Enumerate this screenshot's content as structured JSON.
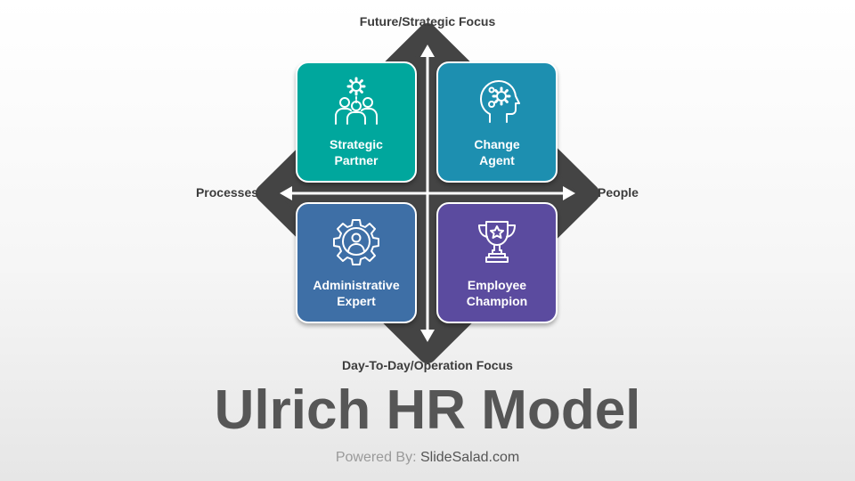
{
  "axes": {
    "top": "Future/Strategic Focus",
    "bottom": "Day-To-Day/Operation Focus",
    "left": "Processes",
    "right": "People"
  },
  "quadrants": [
    {
      "line1": "Strategic",
      "line2": "Partner",
      "icon": "team-gear-icon",
      "color": "#00a79d"
    },
    {
      "line1": "Change",
      "line2": "Agent",
      "icon": "head-gears-icon",
      "color": "#1d8fb0"
    },
    {
      "line1": "Administrative",
      "line2": "Expert",
      "icon": "gear-person-icon",
      "color": "#3e6fa6"
    },
    {
      "line1": "Employee",
      "line2": "Champion",
      "icon": "trophy-star-icon",
      "color": "#5b4b9f"
    }
  ],
  "title": "Ulrich HR Model",
  "footer": {
    "prefix": "Powered By:",
    "brand": "SlideSalad.com"
  }
}
